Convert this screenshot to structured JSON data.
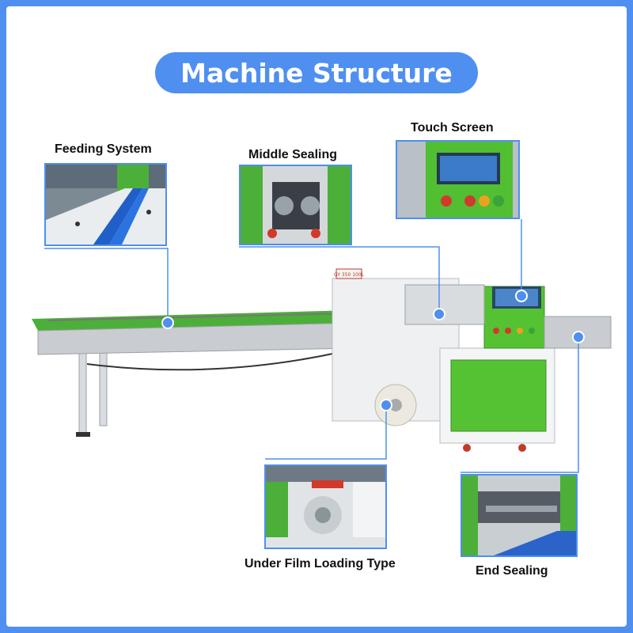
{
  "title": "Machine Structure",
  "labels": {
    "feeding_system": "Feeding System",
    "middle_sealing": "Middle Sealing",
    "touch_screen": "Touch Screen",
    "under_film": "Under Film Loading Type",
    "end_sealing": "End Sealing"
  },
  "machine_sign": "GY 350 100L",
  "colors": {
    "accent_blue": "#4f8ff0",
    "machine_green": "#55c234",
    "steel": "#c9ccd0"
  }
}
